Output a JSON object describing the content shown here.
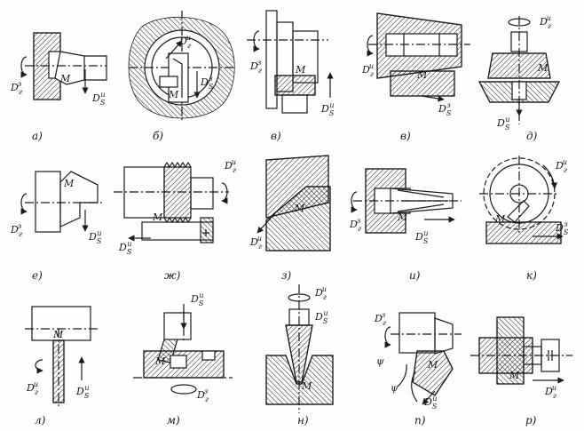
{
  "figures": [
    {
      "id": "a",
      "caption": "а)",
      "symbols": [
        "D_г^з",
        "D_S^и",
        "M"
      ]
    },
    {
      "id": "b",
      "caption": "б)",
      "symbols": [
        "D_г^и",
        "D_S^з",
        "M"
      ]
    },
    {
      "id": "v1",
      "caption": "в)",
      "symbols": [
        "D_г^з",
        "D_S^и",
        "M"
      ]
    },
    {
      "id": "v2",
      "caption": "в)",
      "symbols": [
        "D_г^и",
        "D_S^з",
        "M"
      ]
    },
    {
      "id": "d",
      "caption": "д)",
      "symbols": [
        "D_г^и",
        "D_S^и",
        "M"
      ]
    },
    {
      "id": "e",
      "caption": "е)",
      "symbols": [
        "D_г^з",
        "D_S^и",
        "M"
      ]
    },
    {
      "id": "zh",
      "caption": "ж)",
      "symbols": [
        "D_г^и",
        "D_S^и",
        "M"
      ]
    },
    {
      "id": "z",
      "caption": "з)",
      "symbols": [
        "D_г^и",
        "M"
      ]
    },
    {
      "id": "i",
      "caption": "и)",
      "symbols": [
        "D_г^з",
        "D_S^и",
        "M"
      ]
    },
    {
      "id": "k",
      "caption": "к)",
      "symbols": [
        "D_г^и",
        "D_S^з",
        "M"
      ]
    },
    {
      "id": "l",
      "caption": "л)",
      "symbols": [
        "D_г^и",
        "D_S^и",
        "M"
      ]
    },
    {
      "id": "m",
      "caption": "м)",
      "symbols": [
        "D_S^и",
        "D_г^з",
        "M"
      ]
    },
    {
      "id": "n",
      "caption": "н)",
      "symbols": [
        "D_г^и",
        "D_S^и",
        "M"
      ]
    },
    {
      "id": "p",
      "caption": "п)",
      "symbols": [
        "D_г^з",
        "D_S^и",
        "M",
        "ψ"
      ]
    },
    {
      "id": "r",
      "caption": "р)",
      "symbols": [
        "D_г^и",
        "M"
      ]
    }
  ],
  "sym": {
    "D": "D",
    "g": "г",
    "S": "S",
    "z": "з",
    "i": "и",
    "M": "M",
    "psi": "ψ"
  },
  "colors": {
    "ink": "#1a1a1a",
    "paper": "#fefefe"
  }
}
